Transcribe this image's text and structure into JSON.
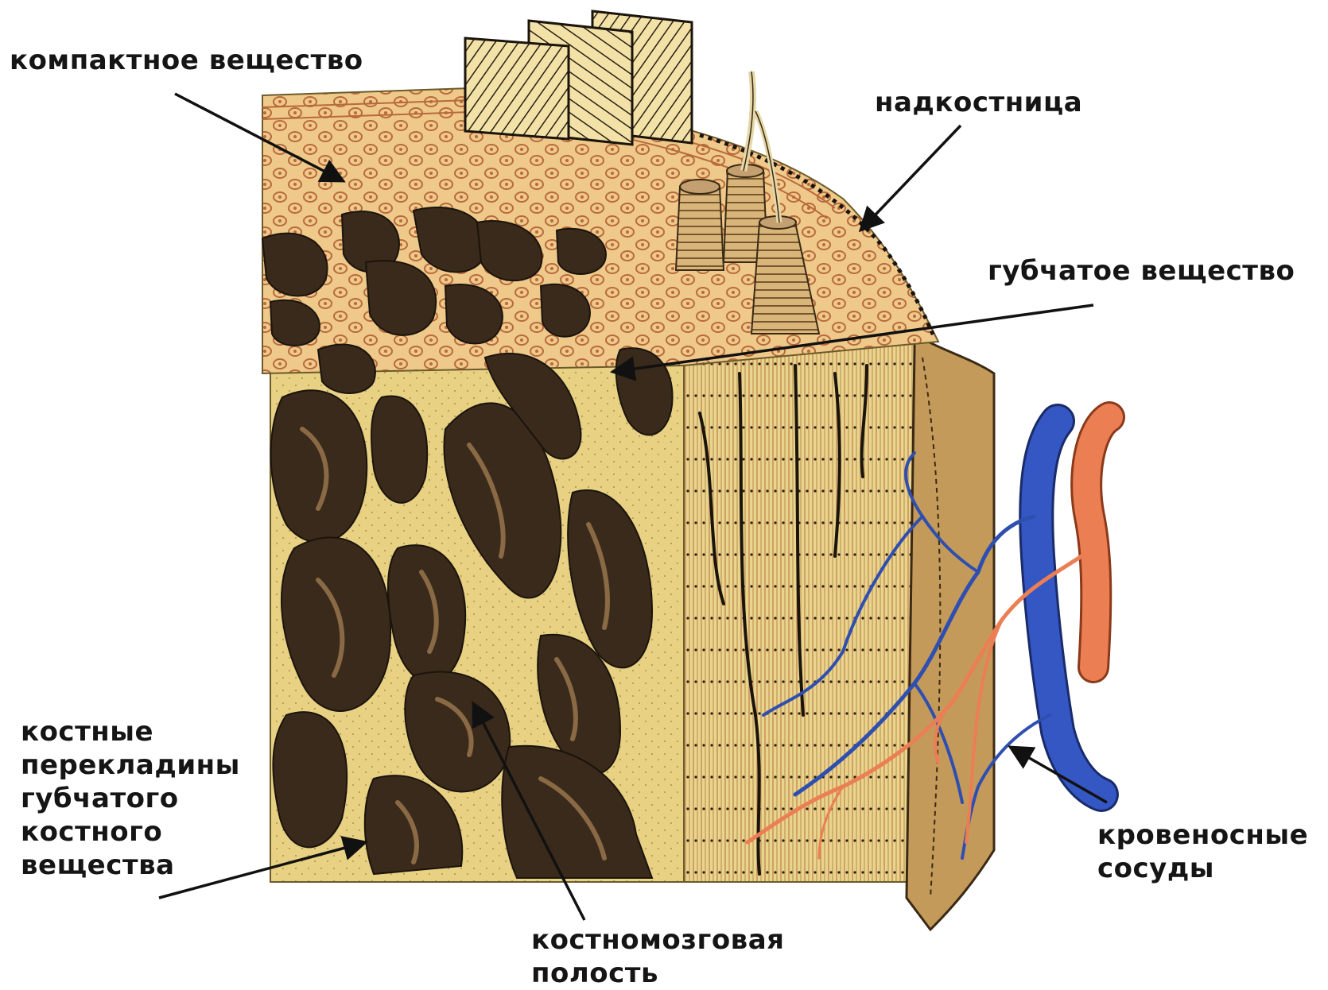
{
  "labels": {
    "compact": "компактное вещество",
    "periosteum": "надкостница",
    "spongy": "губчатое вещество",
    "trabeculae": [
      "костные",
      "перекладины",
      "губчатого",
      "костного",
      "вещества"
    ],
    "vessels": [
      "кровеносные",
      "сосуды"
    ],
    "marrow_cavity": [
      "костномозговая",
      "полость"
    ]
  },
  "colors": {
    "bone_fill": "#e8d182",
    "compact_fill": "#efc98a",
    "cavity": "#3a2a1c",
    "cavity_light": "#6a4e33",
    "osteon_stroke": "#b86a3c",
    "vein": "#2f4fb0",
    "artery": "#e8784c",
    "outline": "#1a140c"
  }
}
